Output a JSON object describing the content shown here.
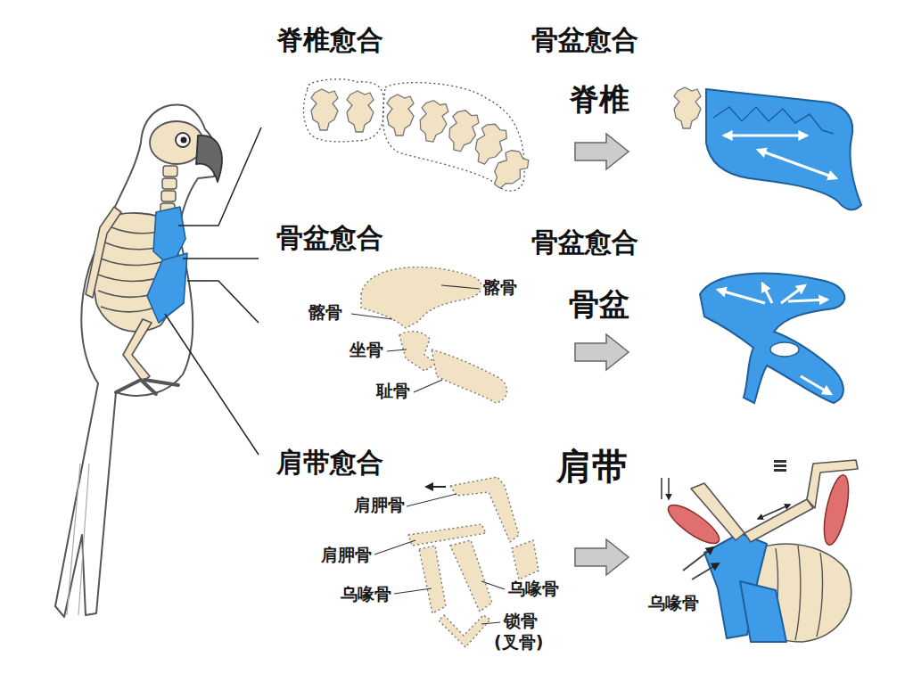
{
  "diagram": {
    "labels": [
      "脊椎愈合",
      "骨盆愈合",
      "脊椎",
      "骨盆愈合",
      "骨盆愈合",
      "骨盆",
      "髂骨",
      "髂骨",
      "坐骨",
      "耻骨",
      "肩带愈合",
      "肩带",
      "肩胛骨",
      "肩胛骨",
      "乌喙骨",
      "乌喙骨",
      "锁骨",
      "(叉骨)",
      "乌喙骨"
    ]
  }
}
